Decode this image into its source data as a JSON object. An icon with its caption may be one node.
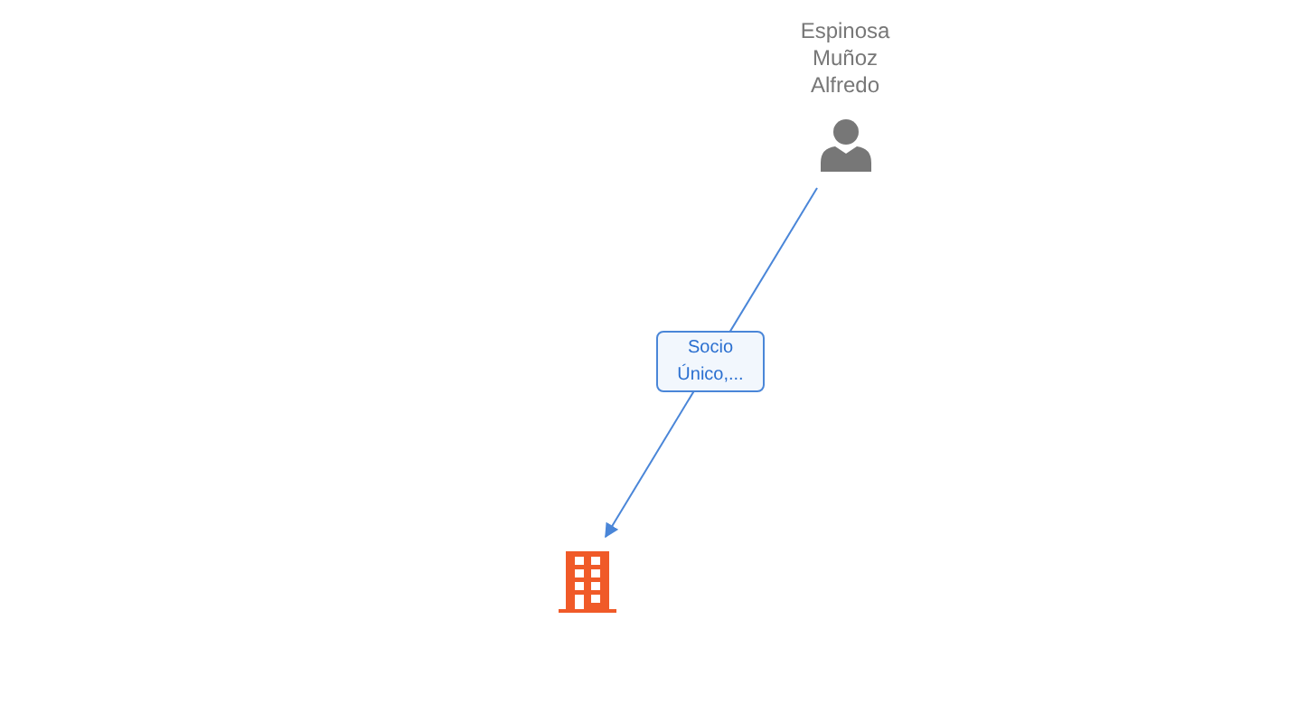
{
  "diagram": {
    "nodes": [
      {
        "text": [
          "Espinosa Muñoz Alfredo"
        ]
      },
      {
        "text": [],
        "shape": "building"
      }
    ],
    "edges": [
      {
        "from": 0,
        "to": 1,
        "arrow": "to",
        "label": "Socio Único,..."
      }
    ]
  }
}
